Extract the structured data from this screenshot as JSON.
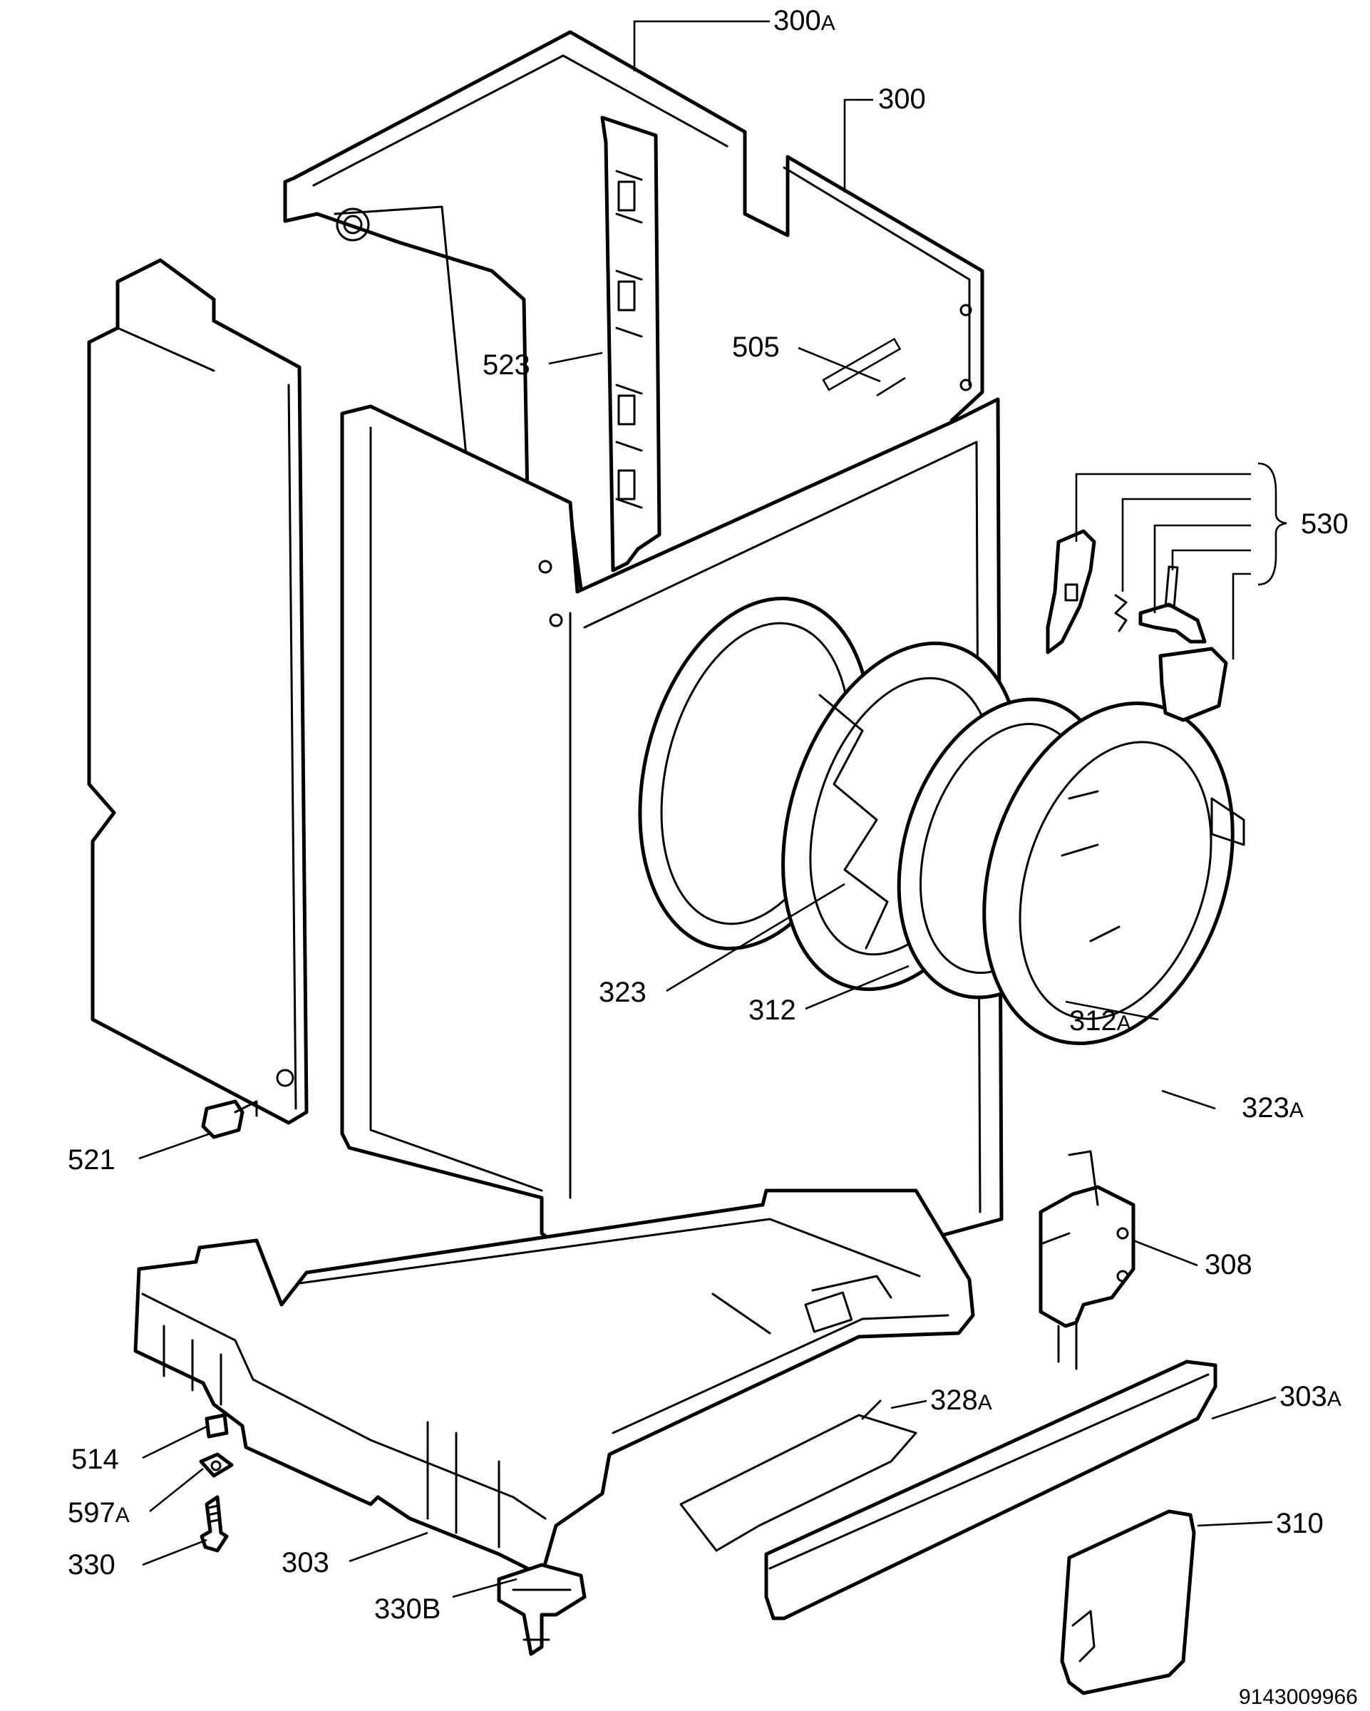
{
  "labels": {
    "p300A": {
      "num": "300",
      "suffix": "A"
    },
    "p300": {
      "num": "300",
      "suffix": ""
    },
    "p523": {
      "num": "523",
      "suffix": ""
    },
    "p505": {
      "num": "505",
      "suffix": ""
    },
    "p530": {
      "num": "530",
      "suffix": ""
    },
    "p323": {
      "num": "323",
      "suffix": ""
    },
    "p312": {
      "num": "312",
      "suffix": ""
    },
    "p312A": {
      "num": "312",
      "suffix": "A"
    },
    "p323A": {
      "num": "323",
      "suffix": "A"
    },
    "p521": {
      "num": "521",
      "suffix": ""
    },
    "p308": {
      "num": "308",
      "suffix": ""
    },
    "p328A": {
      "num": "328",
      "suffix": "A"
    },
    "p303A": {
      "num": "303",
      "suffix": "A"
    },
    "p514": {
      "num": "514",
      "suffix": ""
    },
    "p597A": {
      "num": "597",
      "suffix": "A"
    },
    "p330": {
      "num": "330",
      "suffix": ""
    },
    "p303": {
      "num": "303",
      "suffix": ""
    },
    "p330B": {
      "num": "330B",
      "suffix": ""
    },
    "p310": {
      "num": "310",
      "suffix": ""
    }
  },
  "document_id": "9143009966"
}
